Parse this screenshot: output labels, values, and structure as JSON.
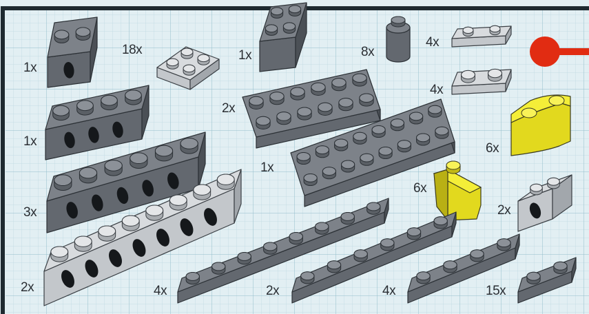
{
  "page": {
    "background": "#e2eff3",
    "grid_color": "#a9cad6",
    "border_color": "#1e2a30"
  },
  "palette": {
    "dark_gray": "#7b8087",
    "light_gray": "#d4d7da",
    "yellow": "#f2ec2c",
    "red": "#e12c12",
    "hole": "#15181b"
  },
  "icons": [
    "red-pin-connector-icon"
  ],
  "parts": [
    {
      "quantity": "1x",
      "name": "1x2 technic brick with hole",
      "color": "dark gray"
    },
    {
      "quantity": "18x",
      "name": "2x2 plate",
      "color": "light gray"
    },
    {
      "quantity": "1x",
      "name": "2x2 brick",
      "color": "dark gray"
    },
    {
      "quantity": "8x",
      "name": "1x1 round brick",
      "color": "dark gray"
    },
    {
      "quantity": "4x",
      "name": "1x2 jumper plate",
      "color": "light gray"
    },
    {
      "quantity": "4x",
      "name": "1x2 plate with door rail",
      "color": "light gray"
    },
    {
      "quantity": "1x",
      "name": "1x4 technic brick with holes",
      "color": "dark gray"
    },
    {
      "quantity": "2x",
      "name": "2x6 plate",
      "color": "dark gray"
    },
    {
      "quantity": "6x",
      "name": "2x2 curved brick",
      "color": "yellow"
    },
    {
      "quantity": "3x",
      "name": "1x6 technic brick with holes",
      "color": "dark gray"
    },
    {
      "quantity": "1x",
      "name": "2x8 plate",
      "color": "dark gray"
    },
    {
      "quantity": "6x",
      "name": "1x2 slope",
      "color": "yellow"
    },
    {
      "quantity": "2x",
      "name": "1x2 technic brick with hole",
      "color": "light gray"
    },
    {
      "quantity": "2x",
      "name": "1x8 technic brick with holes",
      "color": "light gray"
    },
    {
      "quantity": "4x",
      "name": "1x8 plate",
      "color": "dark gray"
    },
    {
      "quantity": "2x",
      "name": "1x6 plate",
      "color": "dark gray"
    },
    {
      "quantity": "4x",
      "name": "1x4 plate",
      "color": "dark gray"
    },
    {
      "quantity": "15x",
      "name": "1x2 plate",
      "color": "dark gray"
    }
  ]
}
